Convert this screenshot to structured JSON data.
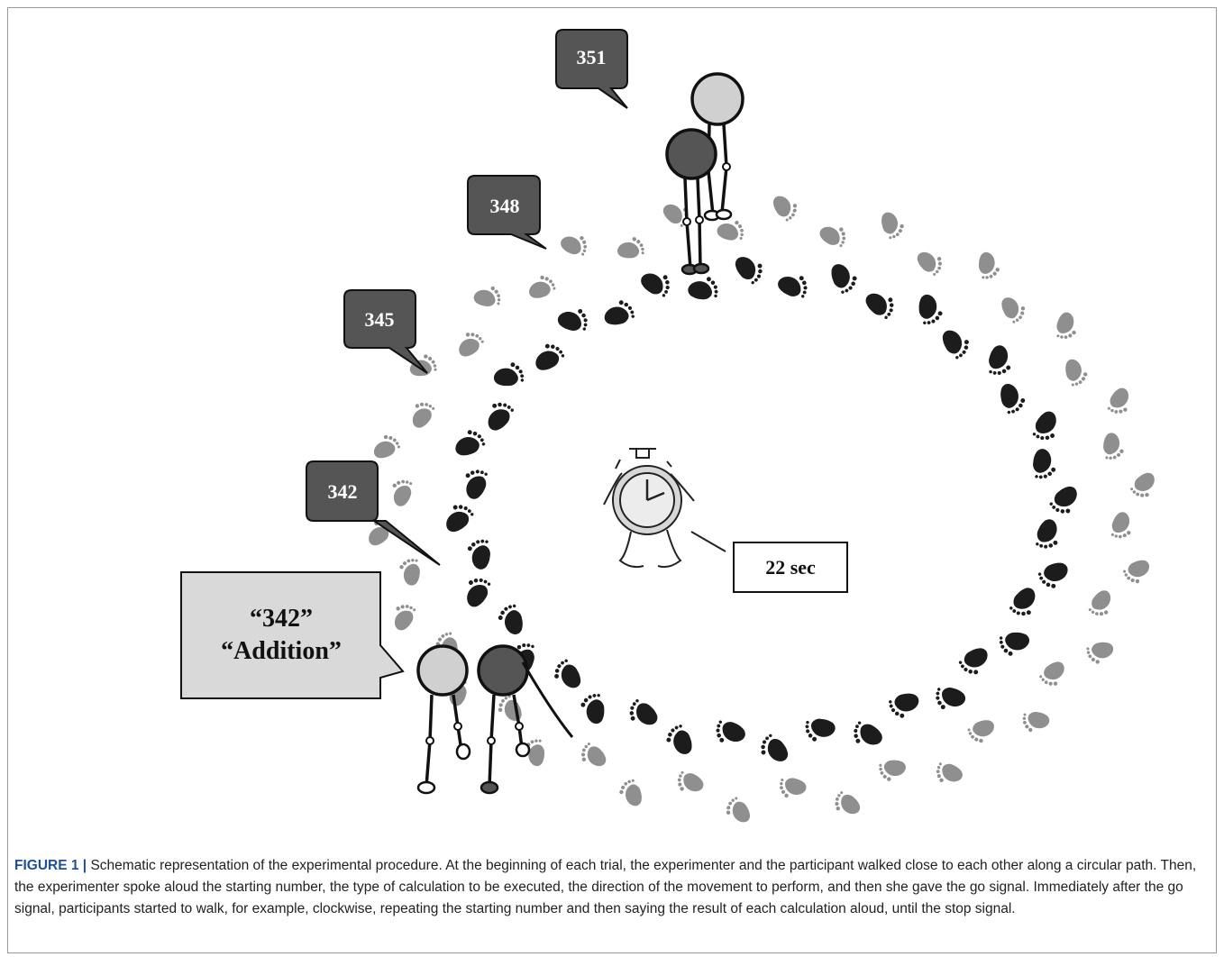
{
  "figure": {
    "bubbles": [
      {
        "id": "bubble-351",
        "label": "351"
      },
      {
        "id": "bubble-348",
        "label": "348"
      },
      {
        "id": "bubble-345",
        "label": "345"
      },
      {
        "id": "bubble-342",
        "label": "342"
      }
    ],
    "speech": {
      "line1": "“342”",
      "line2": "“Addition”"
    },
    "timer": {
      "label": "22 sec"
    },
    "colors": {
      "dark_step": "#1c1c1c",
      "light_step": "#8f8f8f",
      "bubble_fill": "#555555",
      "speech_fill": "#d9d9d9",
      "participant_fill": "#555555",
      "experimenter_fill": "#d0d0d0"
    }
  },
  "caption": {
    "label": "FIGURE 1 |",
    "text": " Schematic representation of the experimental procedure. At the beginning of each trial, the experimenter and the participant walked close to each other along a circular path. Then, the experimenter spoke aloud the starting number, the type of calculation to be executed, the direction of the movement to perform, and then she gave the go signal. Immediately after the go signal, participants started to walk, for example, clockwise, repeating the starting number and then saying the result of each calculation aloud, until the stop signal."
  }
}
